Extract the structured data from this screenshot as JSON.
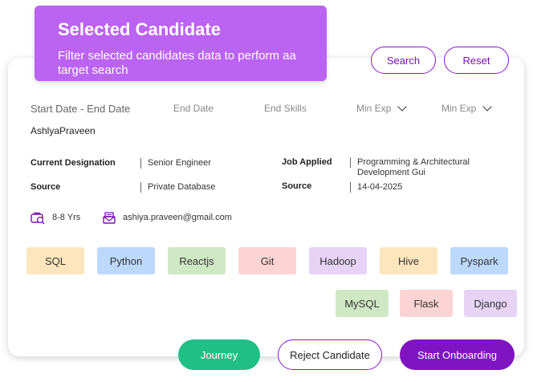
{
  "header": {
    "title": "Selected Candidate",
    "subtitle": "Filter selected candidates data to perform aa target search",
    "search_label": "Search",
    "reset_label": "Reset"
  },
  "filters": {
    "date_range": "Start Date - End Date",
    "end_date": "End Date",
    "end_skills": "End Skills",
    "min_exp_1": "Min Exp",
    "min_exp_2": "Min Exp"
  },
  "candidate": {
    "name": "AshlyaPraveen",
    "current_designation_label": "Current Designation",
    "current_designation": "Senior Engineer",
    "source_label": "Source",
    "source": "Private Database",
    "job_applied_label": "Job Applied",
    "job_applied": "Programming & Architectural Development Gui",
    "source2_label": "Source",
    "source2": "14-04-2025",
    "experience": "8-8 Yrs",
    "email": "ashiya.praveen@gmail.com"
  },
  "skills": [
    {
      "label": "SQL",
      "color": "#fde6bd"
    },
    {
      "label": "Python",
      "color": "#bcd9fb"
    },
    {
      "label": "Reactjs",
      "color": "#cfe8c4"
    },
    {
      "label": "Git",
      "color": "#fcd4d4"
    },
    {
      "label": "Hadoop",
      "color": "#e6d3f5"
    },
    {
      "label": "Hive",
      "color": "#fde6bd"
    },
    {
      "label": "Pyspark",
      "color": "#bcd9fb"
    },
    {
      "label": "MySQL",
      "color": "#cfe8c4"
    },
    {
      "label": "Flask",
      "color": "#fcd4d4"
    },
    {
      "label": "Django",
      "color": "#e6d3f5"
    }
  ],
  "actions": {
    "journey_label": "Journey",
    "reject_label": "Reject Candidate",
    "onboard_label": "Start Onboarding"
  },
  "colors": {
    "accent": "#8a17c9",
    "banner": "#bb63f2",
    "journey": "#1fbf85"
  }
}
